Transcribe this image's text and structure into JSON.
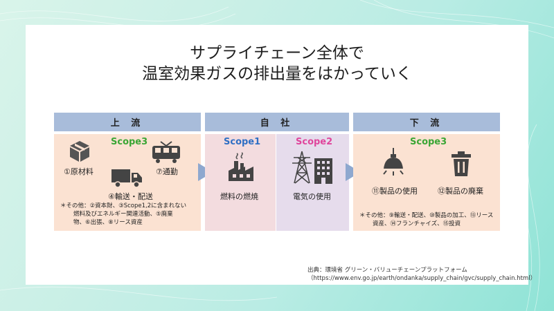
{
  "title": {
    "line1": "サプライチェーン全体で",
    "line2": "温室効果ガスの排出量をはかっていく"
  },
  "headers": {
    "upstream": "上 流",
    "self": "自 社",
    "downstream": "下 流"
  },
  "upstream": {
    "scope": "Scope3",
    "items": [
      "①原材料",
      "⑦通勤",
      "④輸送・配送"
    ],
    "note_line1": "＊その他：②資本財、③Scope1,2に含まれない",
    "note_line2": "燃料及びエネルギー関連活動、⑤廃棄",
    "note_line3": "物、⑥出張、⑧リース資産"
  },
  "self": {
    "scope1": "Scope1",
    "scope1_item": "燃料の燃焼",
    "scope2": "Scope2",
    "scope2_item": "電気の使用"
  },
  "downstream": {
    "scope": "Scope3",
    "items": [
      "⑪製品の使用",
      "⑫製品の廃棄"
    ],
    "note_line1": "＊その他：⑨輸送・配送、⑩製品の加工、⑬リース",
    "note_line2": "資産、⑭フランチャイズ、⑮投資"
  },
  "source": {
    "line1": "出典：環境省 グリーン・バリューチェーンプラットフォーム",
    "line2": "（https://www.env.go.jp/earth/ondanka/supply_chain/gvc/supply_chain.html）"
  },
  "icons": [
    "box-icon",
    "train-icon",
    "truck-icon",
    "factory-icon",
    "power-tower-icon",
    "building-icon",
    "lamp-icon",
    "trash-icon",
    "arrow-icon"
  ],
  "colors": {
    "header": "#a8bcda",
    "upstream_panel": "#fbe2d2",
    "scope1_panel": "#f3dcdf",
    "scope2_panel": "#e6dcec",
    "scope3_text": "#3aa635",
    "scope1_text": "#2f6fc4",
    "scope2_text": "#e0459c",
    "arrow": "#8ea8cf"
  }
}
